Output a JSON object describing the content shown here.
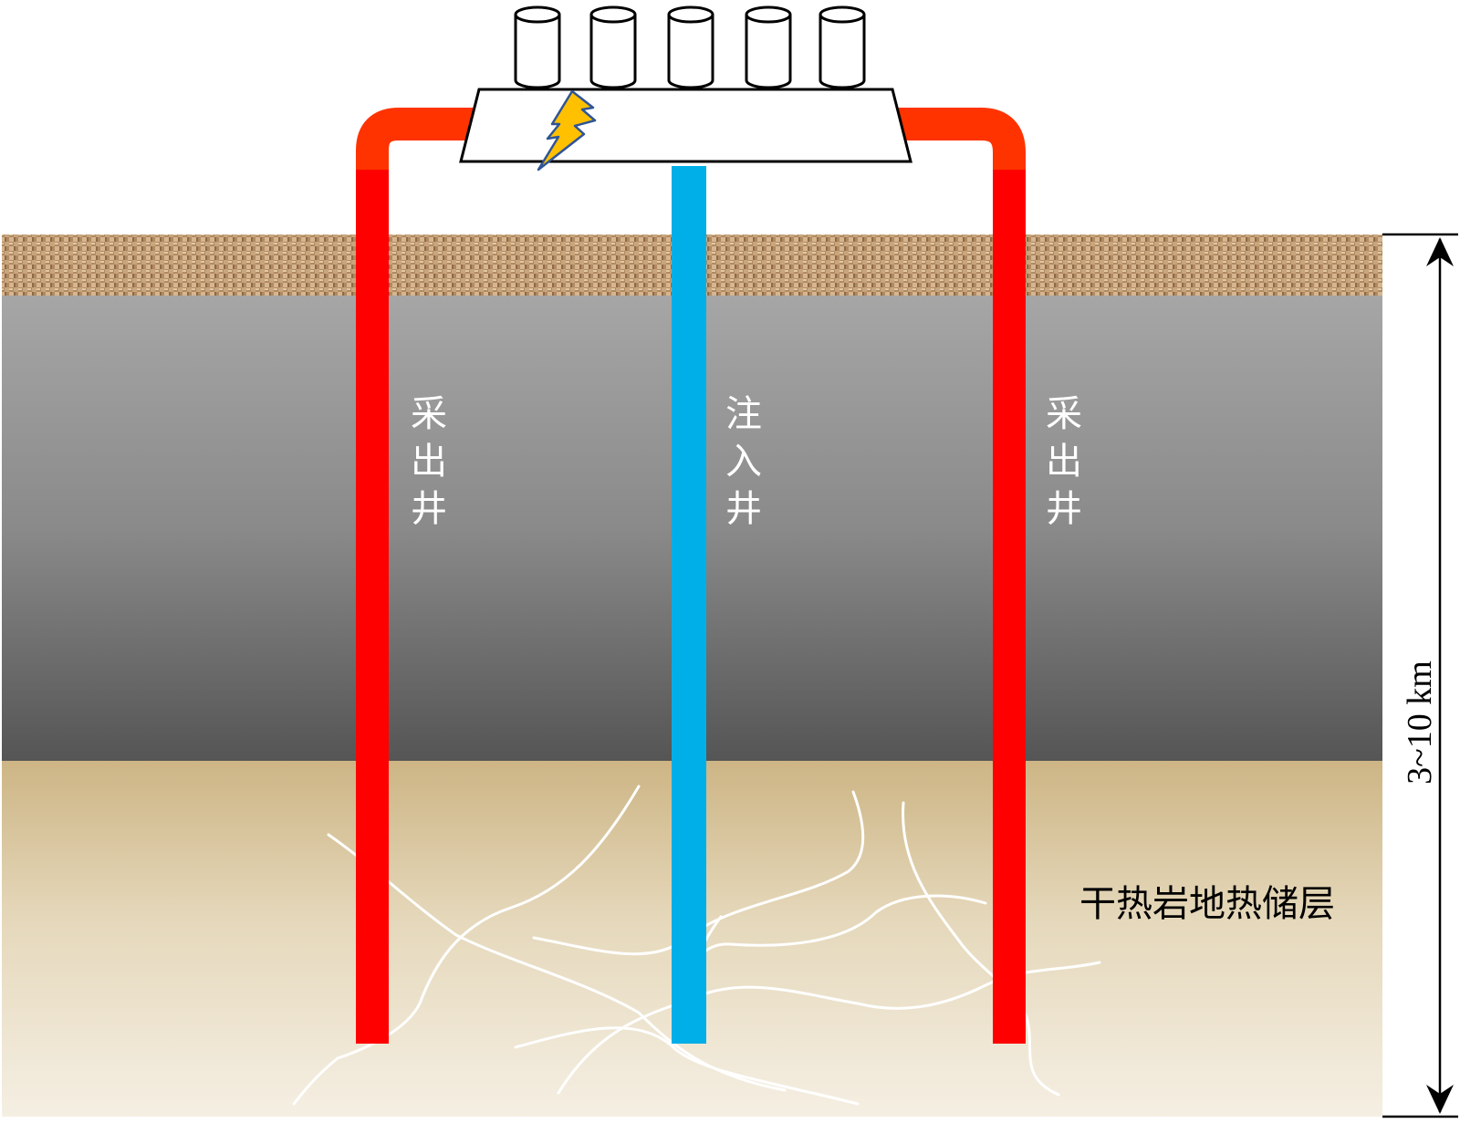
{
  "labels": {
    "production_well_left": "采出井",
    "injection_well": "注入井",
    "production_well_right": "采出井",
    "reservoir": "干热岩地热储层",
    "depth": "3~10 km"
  },
  "colors": {
    "production_well": "#ff0000",
    "production_pipe": "#ff3300",
    "injection_well": "#00aee8",
    "soil": "#b08a63",
    "rock_top": "#a6a6a6",
    "rock_bottom": "#555555",
    "reservoir_top": "#cdb585",
    "reservoir_bottom": "#f5efe3",
    "fracture": "#ffffff",
    "lightning": "#ffc000"
  },
  "icons": {
    "plant": "power-plant-icon",
    "lightning": "lightning-icon",
    "arrow": "double-arrow-icon"
  }
}
